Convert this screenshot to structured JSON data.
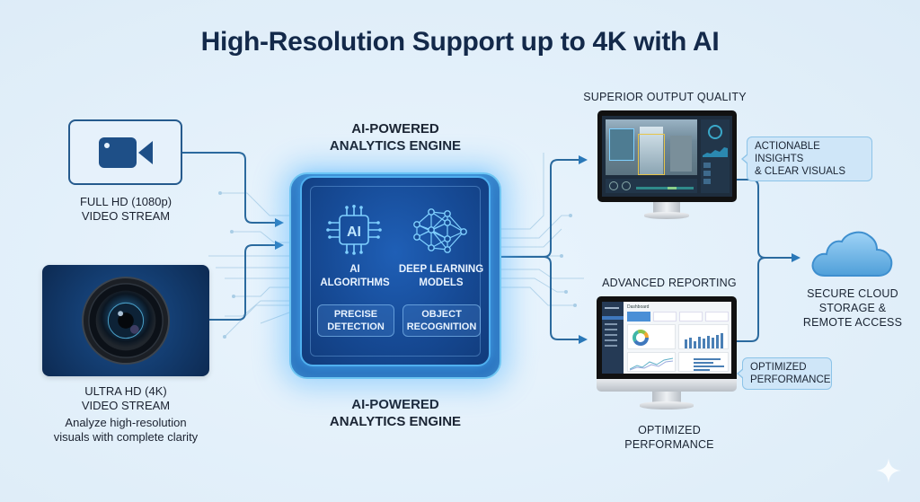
{
  "title": "High-Resolution Support up to 4K with AI",
  "inputs": {
    "full_hd": {
      "line1": "FULL HD (1080p)",
      "line2": "VIDEO STREAM",
      "icon": "video-camera-icon"
    },
    "ultra_hd": {
      "line1": "ULTRA HD (4K)",
      "line2": "VIDEO STREAM",
      "desc1": "Analyze high-resolution",
      "desc2": "visuals with complete clarity",
      "icon": "camera-lens-icon"
    }
  },
  "engine": {
    "title_top_line1": "AI-POWERED",
    "title_top_line2": "ANALYTICS ENGINE",
    "title_bottom_line1": "AI-POWERED",
    "title_bottom_line2": "ANALYTICS ENGINE",
    "chip_icon_text": "AI",
    "modules": [
      {
        "line1": "AI",
        "line2": "ALGORITHMS",
        "icon": "ai-chip-icon"
      },
      {
        "line1": "DEEP LEARNING",
        "line2": "MODELS",
        "icon": "neural-network-icon"
      }
    ],
    "features": [
      {
        "line1": "PRECISE",
        "line2": "DETECTION"
      },
      {
        "line1": "OBJECT",
        "line2": "RECOGNITION"
      }
    ]
  },
  "outputs": {
    "quality": {
      "label": "SUPERIOR OUTPUT QUALITY",
      "callout_line1": "ACTIONABLE INSIGHTS",
      "callout_line2": "& CLEAR VISUALS"
    },
    "reporting": {
      "label": "ADVANCED REPORTING",
      "callout_line1": "OPTIMIZED",
      "callout_line2": "PERFORMANCE",
      "caption_line1": "OPTIMIZED",
      "caption_line2": "PERFORMANCE",
      "dashboard": {
        "header": "Dashboard"
      }
    }
  },
  "cloud": {
    "line1": "SECURE CLOUD",
    "line2": "STORAGE &",
    "line3": "REMOTE ACCESS",
    "icon": "cloud-icon"
  },
  "colors": {
    "background": "#e3f0fa",
    "title": "#13294a",
    "connector": "#2b6a9e",
    "engine_glow": "#4fb0f0",
    "engine_fill": "#164a95",
    "callout_fill": "#cfe6f8",
    "cloud": "#7fc0ec"
  }
}
